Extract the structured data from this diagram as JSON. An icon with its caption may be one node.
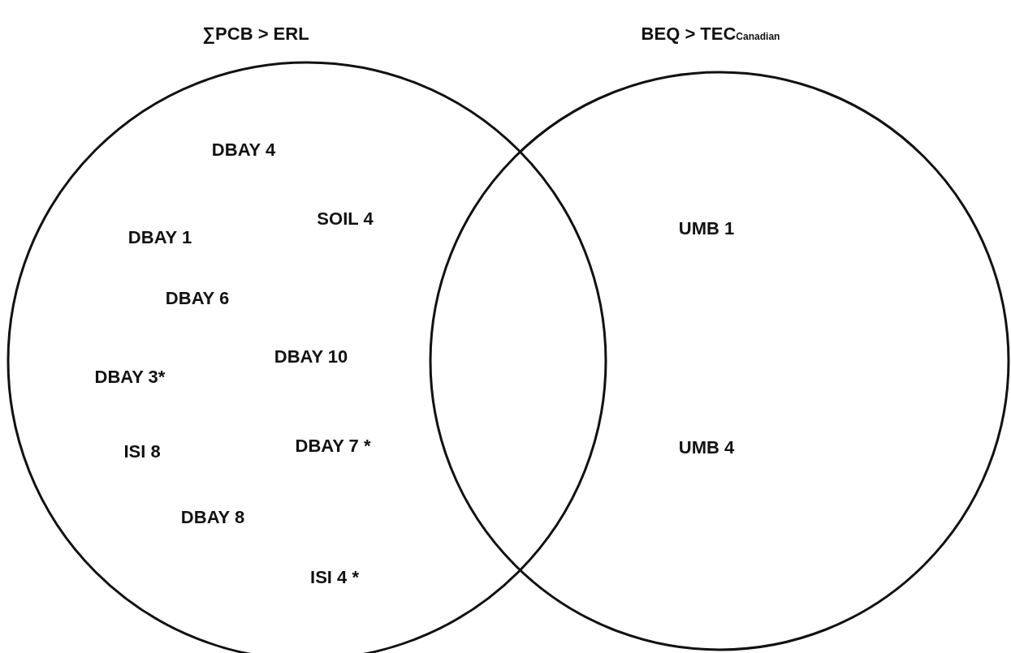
{
  "diagram": {
    "nodes": [
      {
        "text": [
          "∑PCB > ERL",
          "DBAY 4",
          "SOIL 4",
          "DBAY 1",
          "DBAY 6",
          "DBAY 10",
          "DBAY 3*",
          "ISI 8",
          "DBAY 7 *",
          "DBAY 8",
          "ISI 4 *"
        ]
      },
      {
        "text": [
          "BEQ > TEC$_{Canadian}$",
          "UMB 1",
          "UMB 4"
        ]
      }
    ]
  }
}
